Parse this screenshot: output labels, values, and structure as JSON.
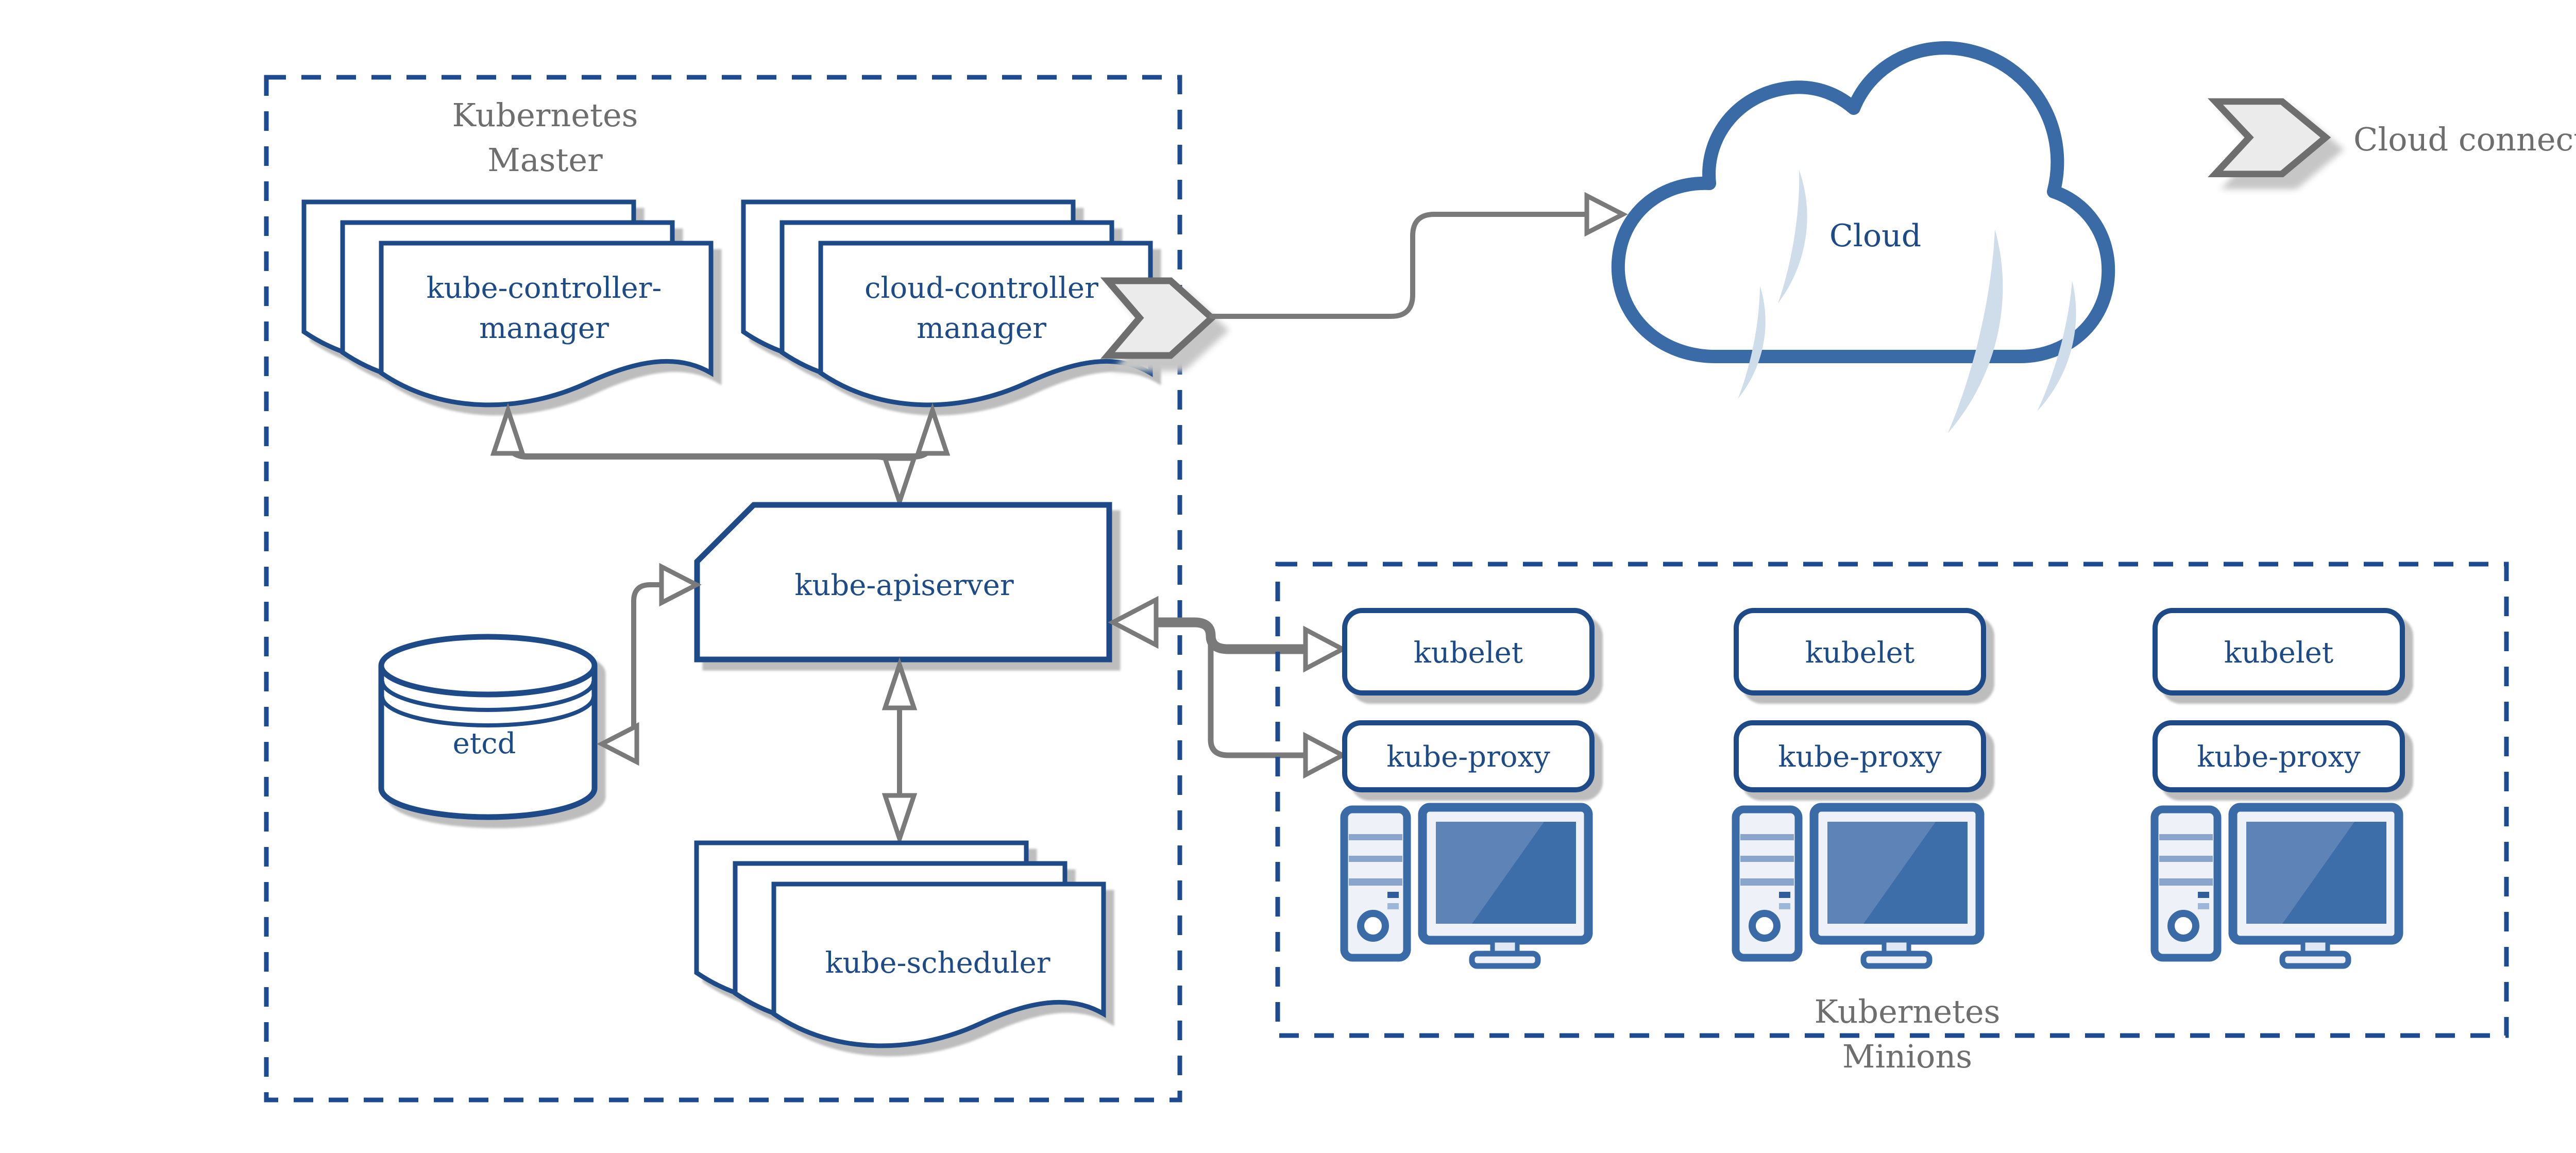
{
  "master": {
    "label1": "Kubernetes",
    "label2": "Master"
  },
  "components": {
    "kcm_line1": "kube-controller-",
    "kcm_line2": "manager",
    "ccm_line1": "cloud-controller",
    "ccm_line2": "manager",
    "apiserver": "kube-apiserver",
    "etcd": "etcd",
    "scheduler": "kube-scheduler",
    "cloud": "Cloud"
  },
  "legend": {
    "cloud_connector": "Cloud connector"
  },
  "minions": {
    "label1": "Kubernetes",
    "label2": "Minions",
    "nodes": [
      {
        "kubelet": "kubelet",
        "proxy": "kube-proxy"
      },
      {
        "kubelet": "kubelet",
        "proxy": "kube-proxy"
      },
      {
        "kubelet": "kubelet",
        "proxy": "kube-proxy"
      }
    ]
  },
  "colors": {
    "navy": "#1e4b87",
    "dash_blue": "#1e4b8f",
    "steel": "#3a6ba6",
    "screen": "#3e6ea9",
    "screen_light": "#5e84b7",
    "gray_text": "#6e6e6e",
    "arrow_gray": "#7a7a7a",
    "shadow": "#bdbdbd",
    "chevron_fill": "#ebebeb",
    "crescent": "#cfdce9",
    "light_fill": "#eef2f8"
  }
}
